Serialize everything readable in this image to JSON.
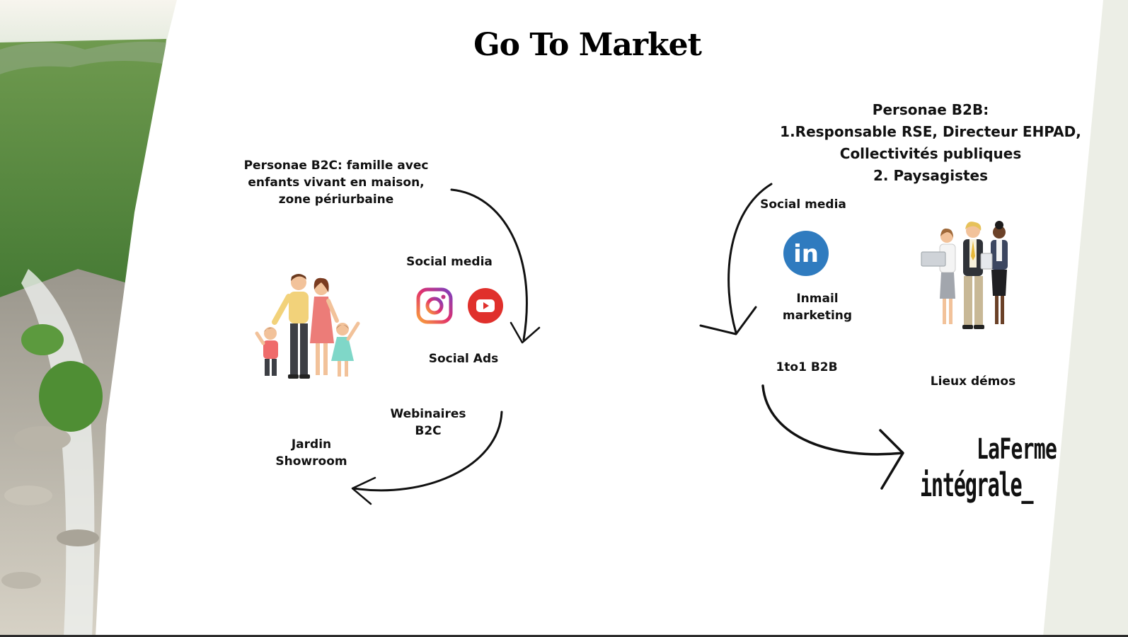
{
  "title": "Go To Market",
  "b2c": {
    "persona": [
      "Personae B2C: famille avec",
      "enfants  vivant en maison,",
      "zone périurbaine"
    ],
    "social_media": "Social media",
    "social_ads": "Social Ads",
    "webinaires": [
      "Webinaires",
      "B2C"
    ],
    "jardin": [
      "Jardin",
      "Showroom"
    ]
  },
  "b2b": {
    "persona": [
      "Personae B2B:",
      "1.Responsable RSE, Directeur EHPAD,",
      "Collectivités publiques",
      "2. Paysagistes"
    ],
    "social_media": "Social media",
    "inmail": [
      "Inmail",
      "marketing"
    ],
    "one_to_one": "1to1 B2B",
    "lieux_demos": "Lieux démos"
  },
  "logo": {
    "line1": "LaFerme",
    "line2": "intégrale_"
  },
  "icons": {
    "instagram": "instagram-icon",
    "youtube": "youtube-icon",
    "linkedin": "linkedin-icon",
    "linkedin_text": "in"
  },
  "colors": {
    "linkedin": "#2f7bbf",
    "youtube": "#e0302c",
    "arrow": "#111111",
    "text": "#111111"
  }
}
